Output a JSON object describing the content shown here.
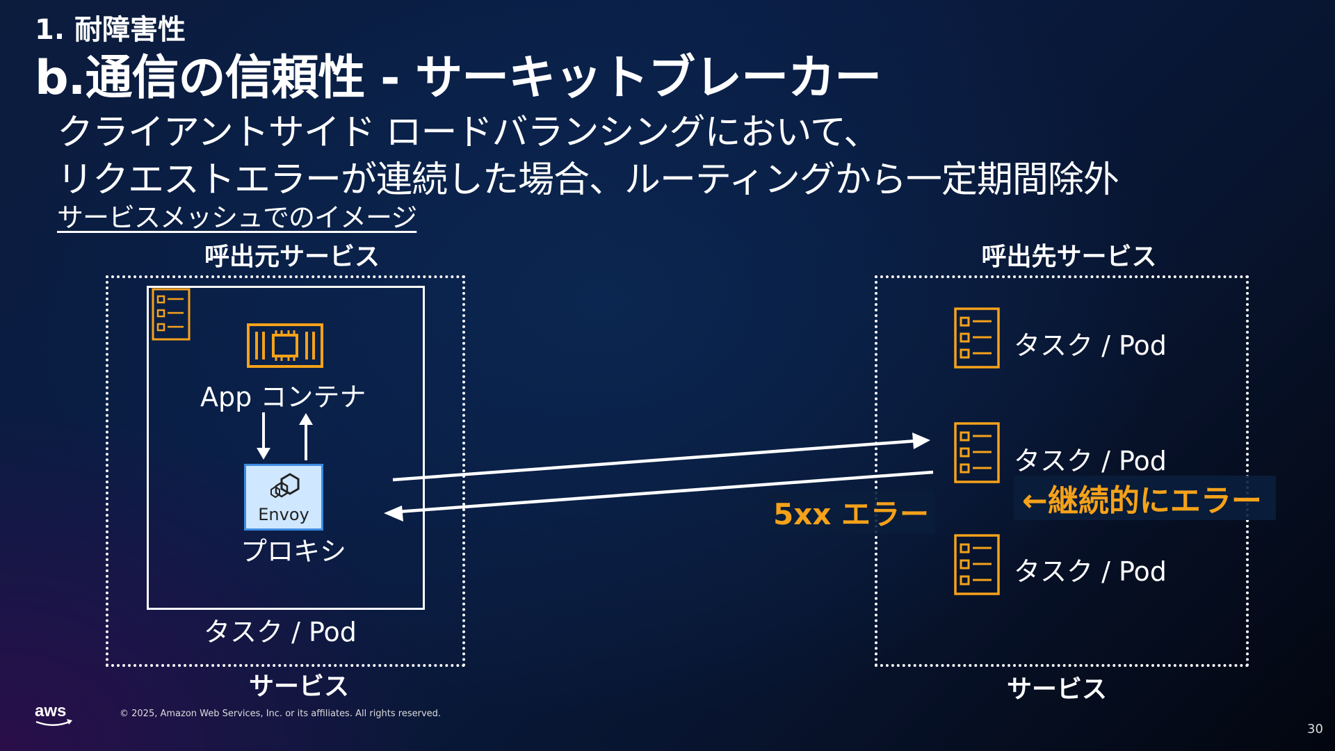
{
  "header": {
    "section": "1. 耐障害性",
    "title": "b.通信の信頼性 - サーキットブレーカー",
    "line1": "クライアントサイド ロードバランシングにおいて、",
    "line2": "リクエストエラーが連続した場合、ルーティングから一定期間除外",
    "link": "サービスメッシュでのイメージ"
  },
  "diagram": {
    "caller_title": "呼出元サービス",
    "callee_title": "呼出先サービス",
    "caller_service_label": "サービス",
    "callee_service_label": "サービス",
    "app_container": "App コンテナ",
    "envoy": "Envoy",
    "proxy": "プロキシ",
    "caller_task": "タスク / Pod",
    "callee_tasks": [
      "タスク / Pod",
      "タスク / Pod",
      "タスク / Pod"
    ],
    "error_label": "5xx エラー",
    "continuous_error": "←継続的にエラー"
  },
  "footer": {
    "copyright": "© 2025, Amazon Web Services, Inc. or its affiliates. All rights reserved.",
    "logo": "aws",
    "page": "30"
  },
  "colors": {
    "accent": "#f5a21a",
    "envoy_bg": "#cfe7ff",
    "envoy_border": "#3d8be0"
  }
}
